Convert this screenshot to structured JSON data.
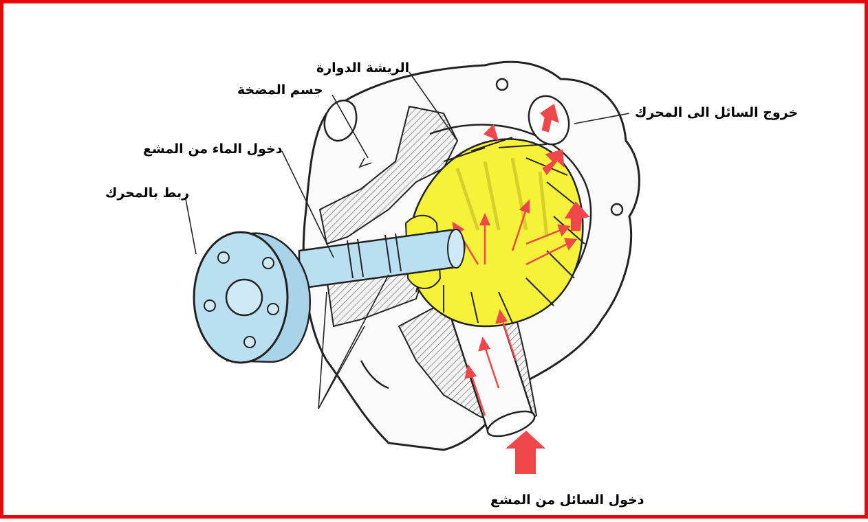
{
  "labels": {
    "impeller": "الريشة الدوارة",
    "pump_body": "جسم المضخة",
    "water_inlet_radiator": "دخول الماء من المشع",
    "engine_connection": "ربط بالمحرك",
    "fluid_outlet_engine": "خروج السائل الى المحرك",
    "fluid_inlet_radiator": "دخول السائل من المشع"
  },
  "colors": {
    "frame": "#e8070b",
    "impeller": "#f6f23a",
    "shaft": "#b9dff0",
    "arrow": "#f0474a",
    "hatch": "#6b6b6b"
  }
}
